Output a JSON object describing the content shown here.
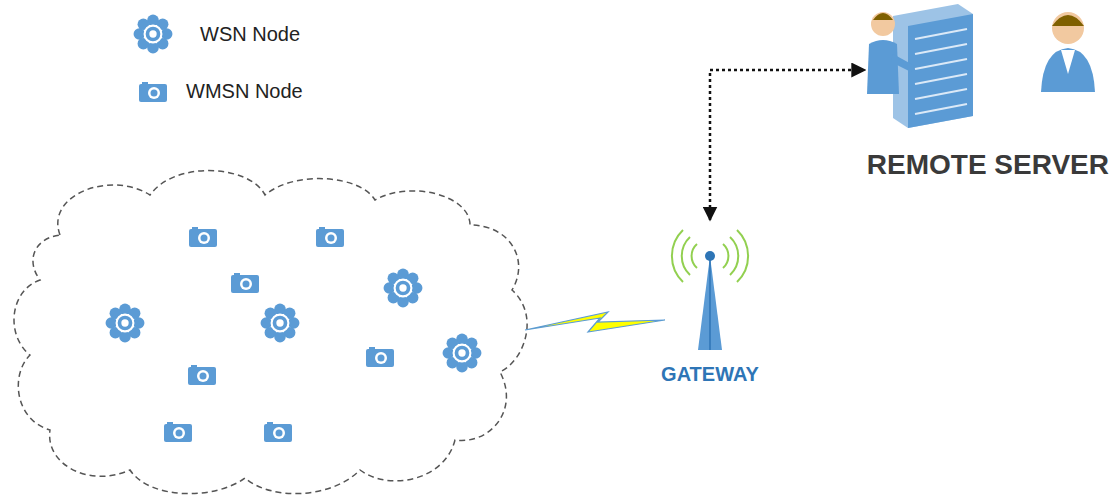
{
  "diagram": {
    "nodes": [
      {
        "text": [
          "GATEWAY"
        ]
      },
      {
        "text": [
          "REMOTE SERVER"
        ]
      }
    ],
    "edges": [
      {
        "from": 0,
        "to": 1,
        "arrow": "both"
      }
    ],
    "legend": [
      {
        "text": "WSN Node"
      },
      {
        "text": "WMSN Node"
      }
    ]
  }
}
